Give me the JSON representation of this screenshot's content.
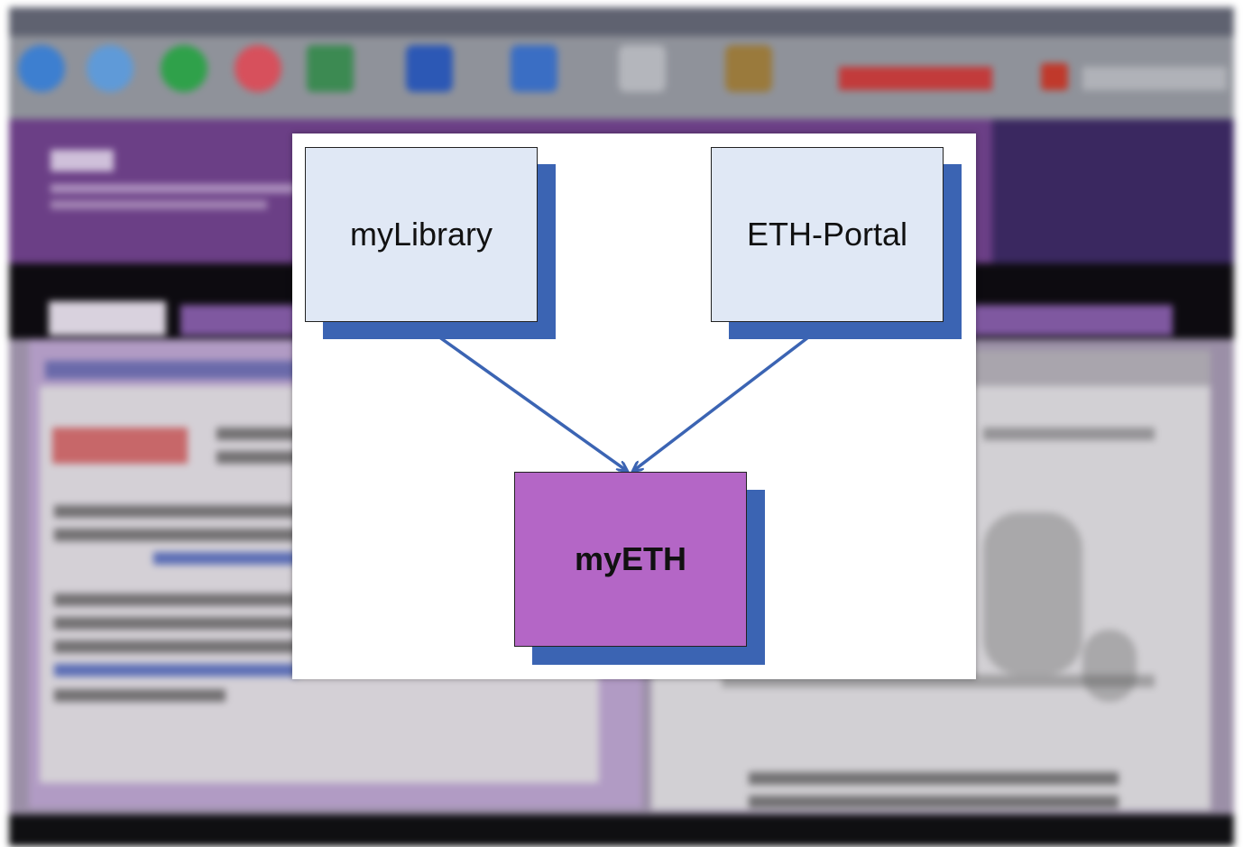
{
  "diagram": {
    "nodes": [
      {
        "id": "myLibrary",
        "label": "myLibrary",
        "role": "source"
      },
      {
        "id": "eth-portal",
        "label": "ETH-Portal",
        "role": "source"
      },
      {
        "id": "myETH",
        "label": "myETH",
        "role": "target"
      }
    ],
    "edges": [
      {
        "from": "myLibrary",
        "to": "myETH"
      },
      {
        "from": "eth-portal",
        "to": "myETH"
      }
    ],
    "colors": {
      "source_fill": "#e0e8f5",
      "target_fill": "#b466c6",
      "shadow": "#3b64b3",
      "arrow": "#3b64b3"
    }
  },
  "background": {
    "description_visible": false
  }
}
